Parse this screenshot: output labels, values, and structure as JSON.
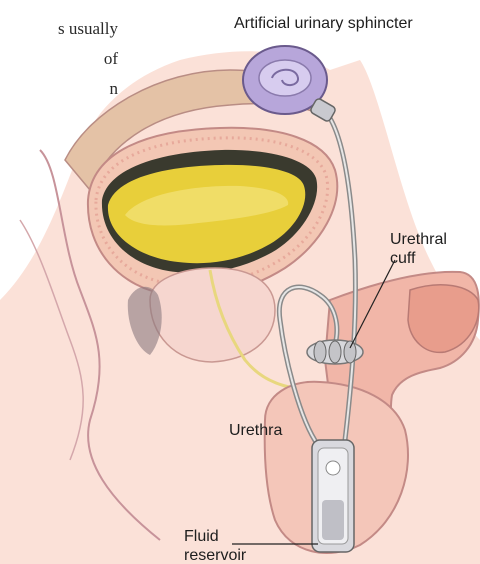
{
  "cropped_text": {
    "line1": "s usually",
    "line2": "of",
    "line3": "n"
  },
  "labels": {
    "sphincter": "Artificial urinary sphincter",
    "cuff_line1": "Urethral",
    "cuff_line2": "cuff",
    "urethra": "Urethra",
    "reservoir_line1": "Fluid",
    "reservoir_line2": "reservoir"
  },
  "colors": {
    "bladder_fill": "#e8cf3a",
    "bladder_wall": "#f3c7b4",
    "skin_tone": "#f6c2b4",
    "outline": "#b7838a",
    "pump_purple": "#b7a6da",
    "tube_gray": "#8a8a8a"
  }
}
